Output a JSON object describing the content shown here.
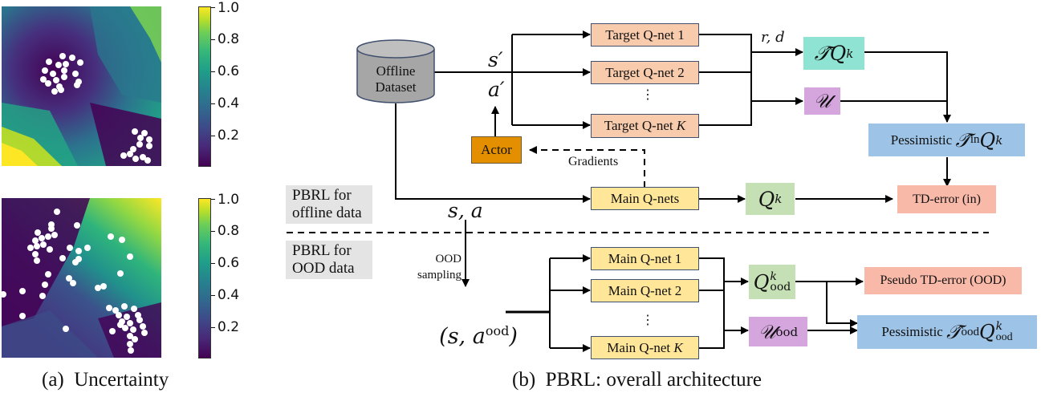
{
  "panel_a": {
    "caption": "(a)  Uncertainty",
    "heatmaps": [
      {
        "name": "uncertainty-heatmap-top",
        "colormap": "viridis",
        "colorbar_ticks": [
          "1.0",
          "0.8",
          "0.6",
          "0.4",
          "0.2"
        ],
        "colorbar_range": [
          0,
          1
        ]
      },
      {
        "name": "uncertainty-heatmap-bottom",
        "colormap": "viridis",
        "colorbar_ticks": [
          "1.0",
          "0.8",
          "0.6",
          "0.4",
          "0.2"
        ],
        "colorbar_range": [
          0,
          1
        ]
      }
    ]
  },
  "panel_b": {
    "caption": "(b)  PBRL: overall architecture",
    "section_labels": {
      "offline": "PBRL for\noffline data",
      "ood": "PBRL for\nOOD data"
    },
    "dataset": "Offline\nDataset",
    "labels": {
      "s_prime": "s′",
      "a_prime": "a′",
      "r_d": "r, d",
      "s_a": "s, a",
      "ood_sampling": "OOD\nsampling",
      "gradients": "Gradients",
      "s_a_ood_main": "(s, a",
      "s_a_ood_sup": "ood",
      "s_a_ood_close": ")",
      "vdots": "⋮"
    },
    "target_qnets": [
      "Target Q-net 1",
      "Target Q-net 2",
      "Target Q-net "
    ],
    "target_k": "K",
    "actor": "Actor",
    "main_qnets": "Main Q-nets",
    "main_qnet_list": [
      "Main Q-net 1",
      "Main Q-net 2",
      "Main Q-net "
    ],
    "main_k": "K",
    "bellman_target": {
      "hat": "𝒯̂",
      "q": "Q",
      "sup": "k"
    },
    "uncertainty": "𝒰",
    "pessimistic_in": {
      "word": "Pessimistic ",
      "op": "𝒯̂",
      "op_sup": "in",
      "q": "Q",
      "q_sup": "k"
    },
    "q_k": {
      "q": "Q",
      "sup": "k"
    },
    "td_error_in": "TD-error (in)",
    "q_ood": {
      "q": "Q",
      "sup": "k",
      "sub": "ood"
    },
    "u_ood": {
      "u": "𝒰",
      "sup": "ood"
    },
    "pseudo_td_error": "Pseudo TD-error (OOD)",
    "pessimistic_ood": {
      "word": "Pessimistic ",
      "op": "𝒯̂",
      "op_sup": "ood",
      "q": "Q",
      "q_sup": "k",
      "q_sub": "ood"
    }
  }
}
